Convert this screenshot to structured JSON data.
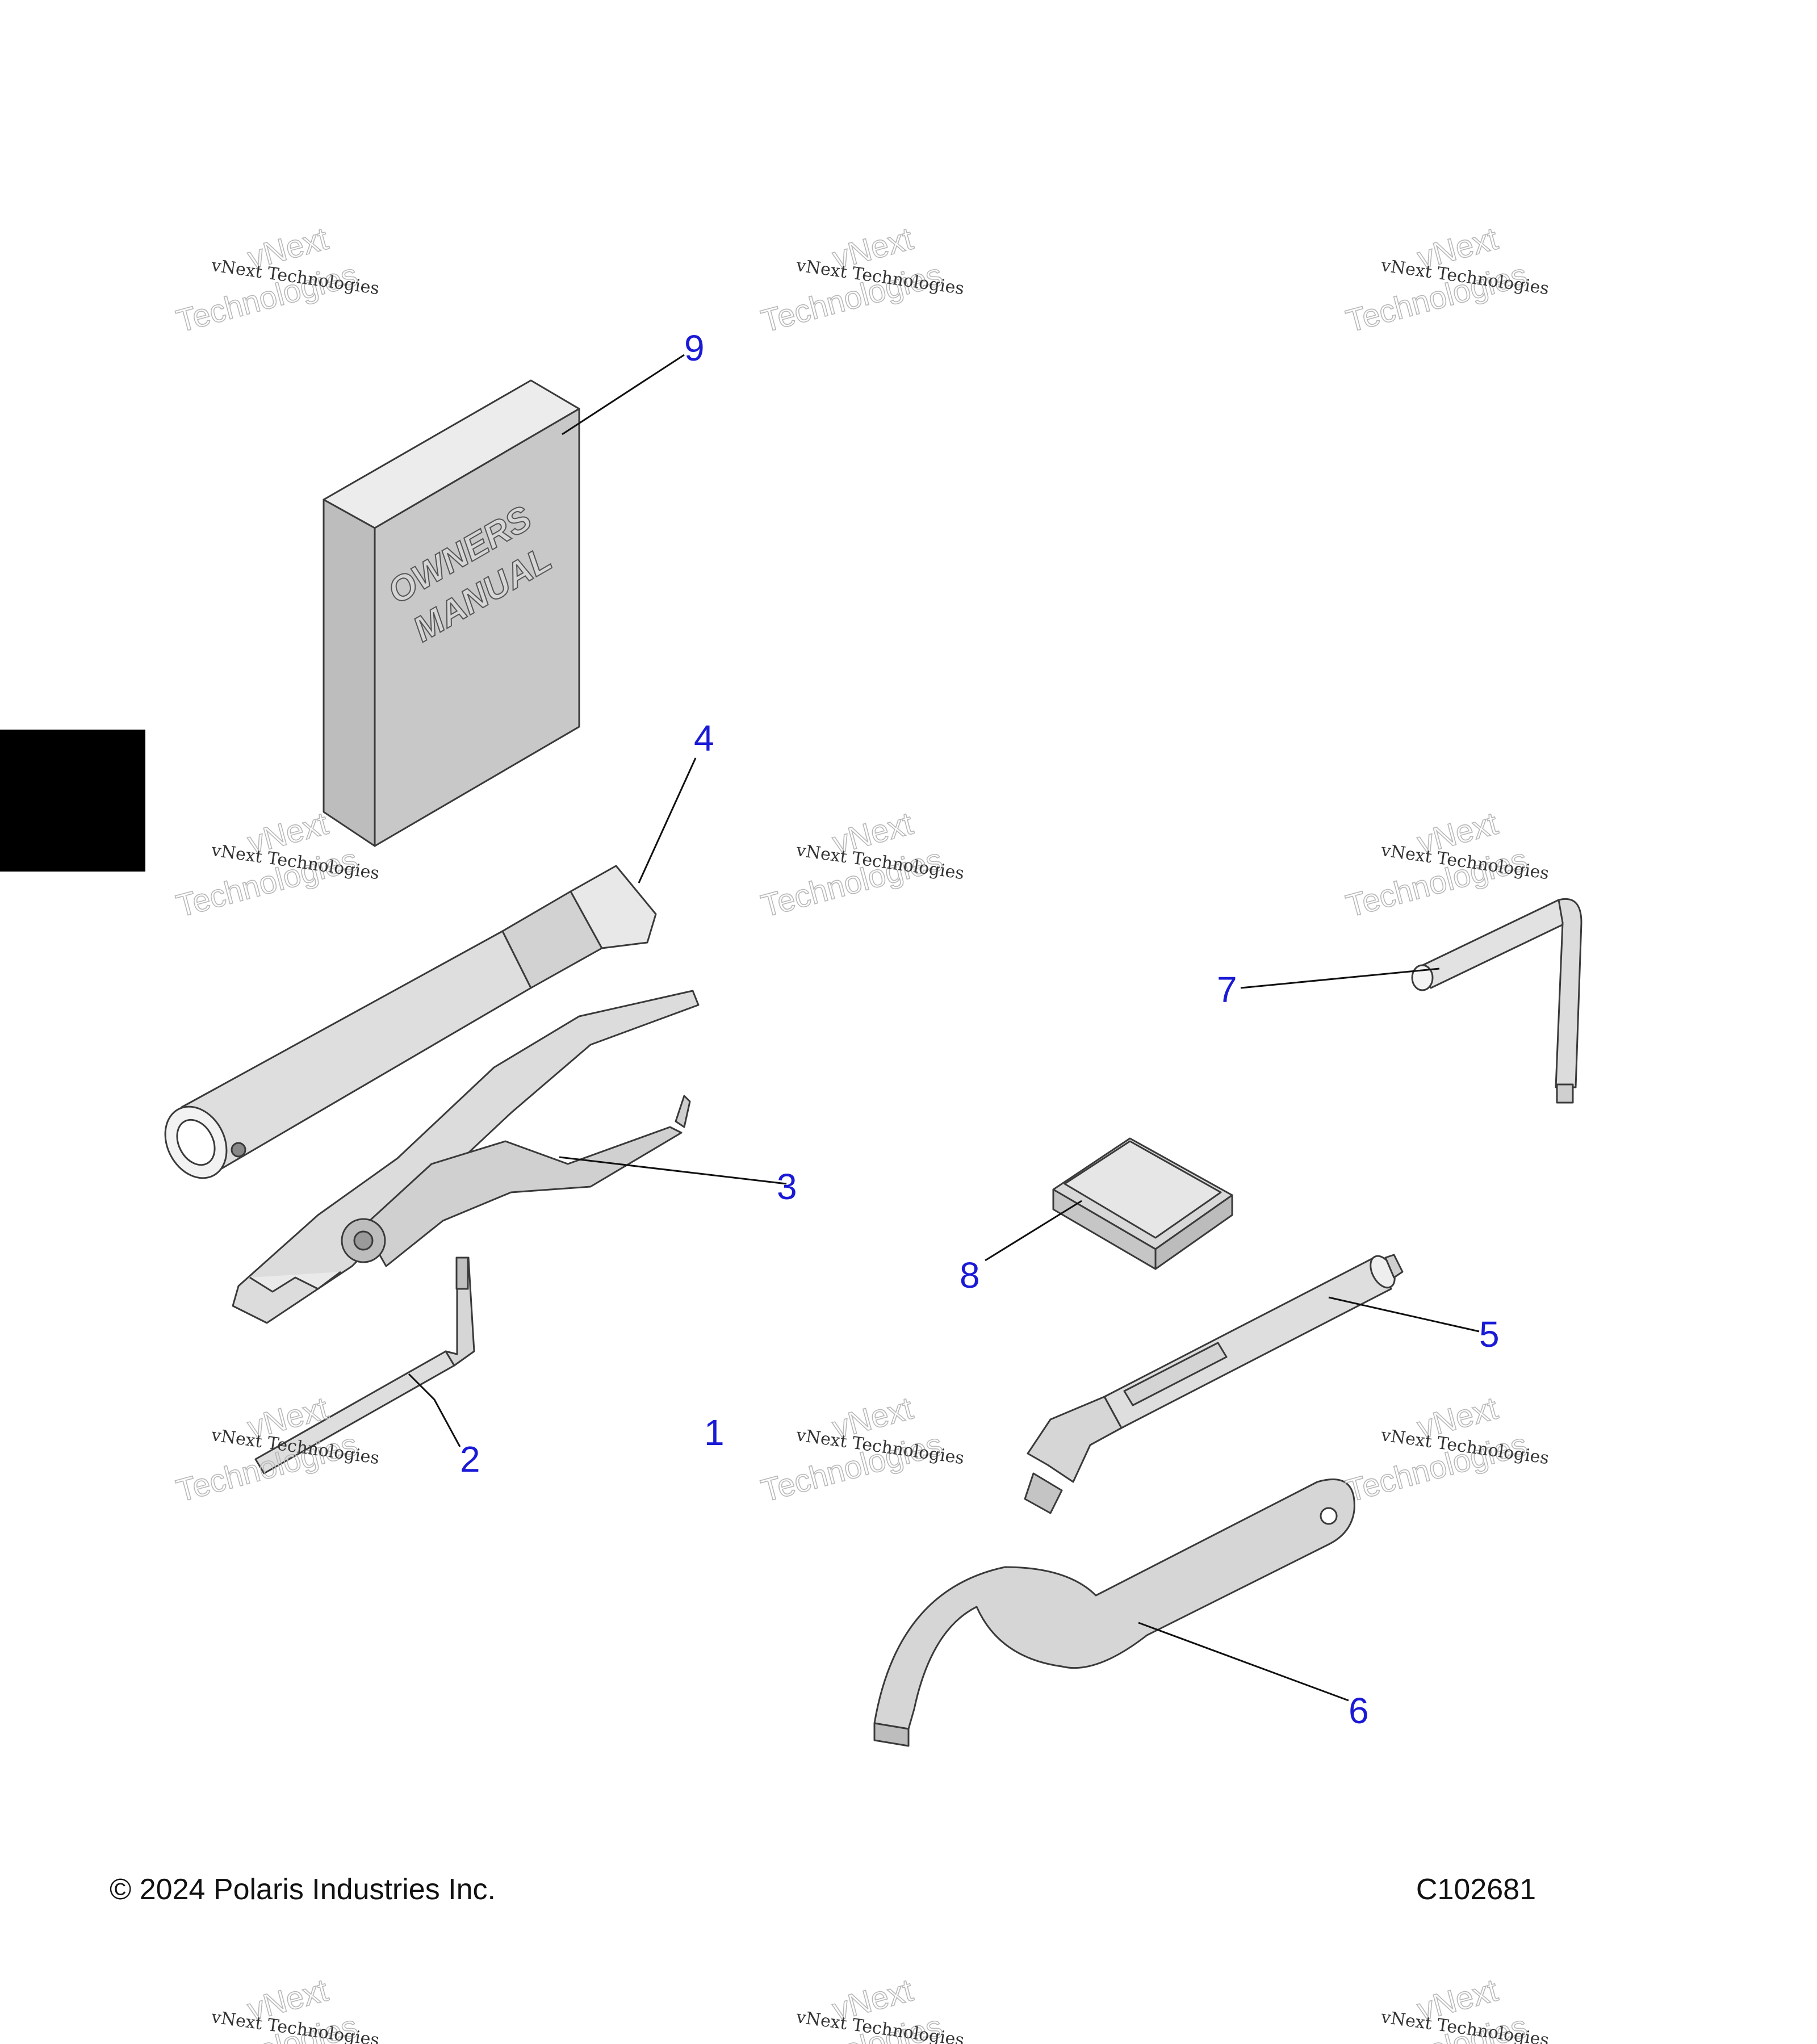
{
  "callouts": {
    "c1": "1",
    "c2": "2",
    "c3": "3",
    "c4": "4",
    "c5": "5",
    "c6": "6",
    "c7": "7",
    "c8": "8",
    "c9": "9"
  },
  "manual_cover": {
    "line1": "OWNERS",
    "line2": "MANUAL"
  },
  "watermark": {
    "line1": "vNext Technologies",
    "line2a": "vNext",
    "line2b": "Technologies"
  },
  "footer": {
    "copyright": "© 2024 Polaris Industries Inc.",
    "code": "C102681"
  },
  "colors": {
    "callout": "#1a1ad6",
    "part_fill": "#c8c8c8",
    "part_light": "#e6e6e6",
    "side_tab": "#000000"
  }
}
